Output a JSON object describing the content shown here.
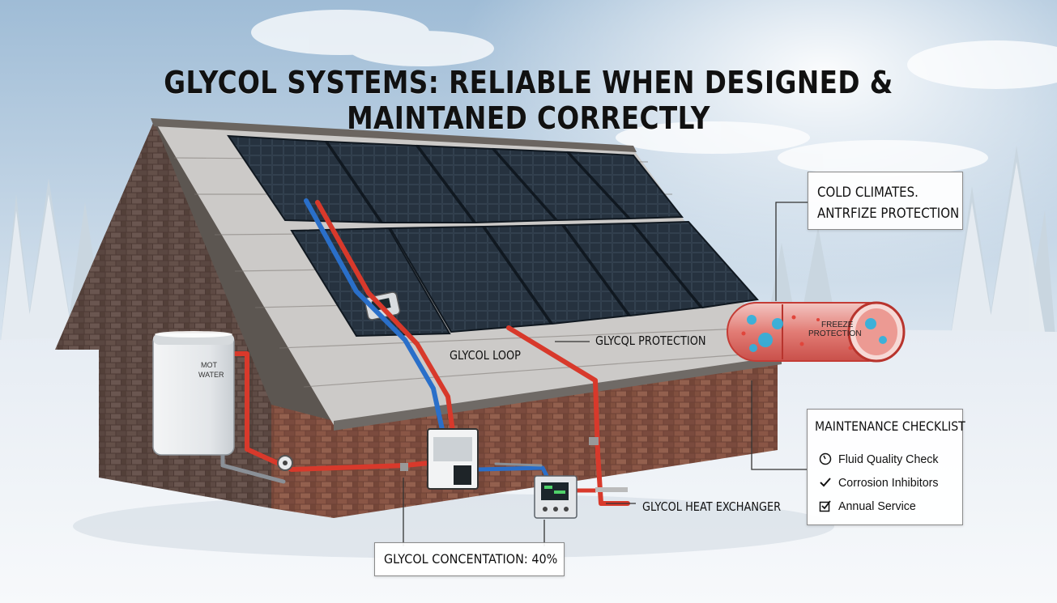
{
  "title": "GLYCOL SYSTEMS: RELIABLE WHEN DESIGNED & MAINTANED CORRECTLY",
  "callouts": {
    "cold_line1": "COLD CLIMATES.",
    "cold_line2": "ANTRFIZE PROTECTION",
    "glycol_loop": "GLYCOL LOOP",
    "glycol_protection": "GLYCQL PROTECTION",
    "heat_exchanger": "GLYCOL HEAT EXCHANGER",
    "concentration": "GLYCOL CONCENTATION: 40%"
  },
  "tank": {
    "line1": "MOT",
    "line2": "WATER"
  },
  "pipe_label": {
    "line1": "FREEZE",
    "line2": "PROTECTION"
  },
  "checklist": {
    "title": "MAINTENANCE CHECKLIST",
    "items": [
      {
        "label": "Fluid Quality Check",
        "icon": "gauge-icon"
      },
      {
        "label": "Corrosion Inhibitors",
        "icon": "checkmark-icon"
      },
      {
        "label": "Annual Service",
        "icon": "checkbox-icon"
      }
    ]
  },
  "colors": {
    "hot_pipe": "#d8392b",
    "cold_pipe": "#2a6fc9",
    "brick": "#7a4a3c",
    "panel": "#1d2733",
    "sky": "#bcd2e6",
    "snow": "#eef2f6",
    "glycol_fluid": "#2bb3e0"
  }
}
